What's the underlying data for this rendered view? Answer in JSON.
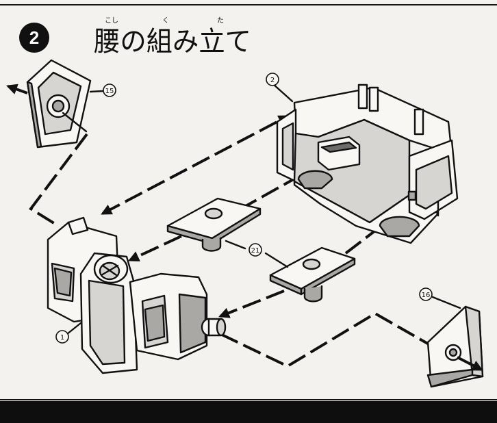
{
  "header": {
    "step_number": "2",
    "title": "腰の組み立て",
    "furigana": [
      "こし",
      "く",
      "た"
    ]
  },
  "parts": [
    {
      "id": "part-15",
      "label": "15"
    },
    {
      "id": "part-2",
      "label": "2"
    },
    {
      "id": "part-21",
      "label": "21"
    },
    {
      "id": "part-1",
      "label": "1"
    },
    {
      "id": "part-16",
      "label": "16"
    }
  ],
  "colors": {
    "ink": "#111111",
    "paper": "#f4f2ee",
    "footer_band": "#0e0e0e"
  }
}
